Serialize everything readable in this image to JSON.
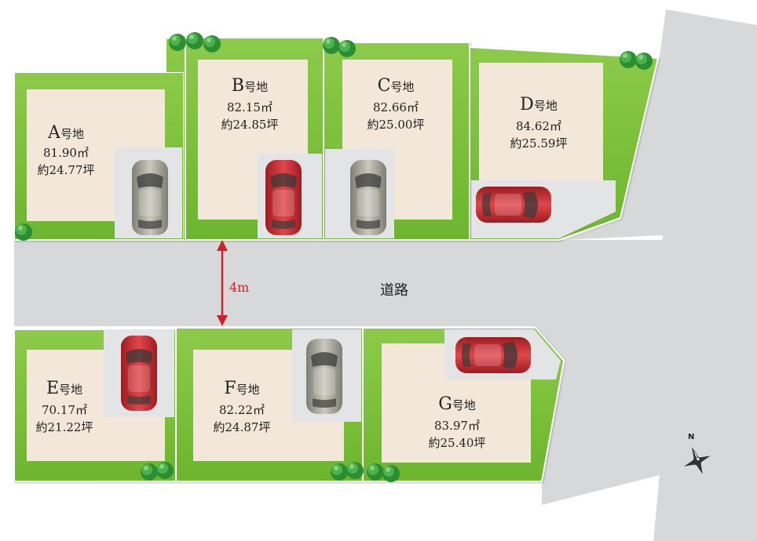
{
  "road": {
    "label": "道路",
    "width_label": "4m"
  },
  "compass": {
    "north": "N"
  },
  "lots": [
    {
      "id": "A",
      "name": "A",
      "suffix": "号地",
      "area_m2": "81.90㎡",
      "area_tsubo": "約24.77坪"
    },
    {
      "id": "B",
      "name": "B",
      "suffix": "号地",
      "area_m2": "82.15㎡",
      "area_tsubo": "約24.85坪"
    },
    {
      "id": "C",
      "name": "C",
      "suffix": "号地",
      "area_m2": "82.66㎡",
      "area_tsubo": "約25.00坪"
    },
    {
      "id": "D",
      "name": "D",
      "suffix": "号地",
      "area_m2": "84.62㎡",
      "area_tsubo": "約25.59坪"
    },
    {
      "id": "E",
      "name": "E",
      "suffix": "号地",
      "area_m2": "70.17㎡",
      "area_tsubo": "約21.22坪"
    },
    {
      "id": "F",
      "name": "F",
      "suffix": "号地",
      "area_m2": "82.22㎡",
      "area_tsubo": "約24.87坪"
    },
    {
      "id": "G",
      "name": "G",
      "suffix": "号地",
      "area_m2": "83.97㎡",
      "area_tsubo": "約25.40坪"
    }
  ],
  "colors": {
    "lawn": "#7cbf3a",
    "house": "#f2e7d8",
    "road": "#d6d8da",
    "parking": "#e2e4e6",
    "car_red": "#c9262b",
    "car_silver": "#a8a89a",
    "tree": "#2f9a35",
    "dimension": "#d0202a"
  }
}
